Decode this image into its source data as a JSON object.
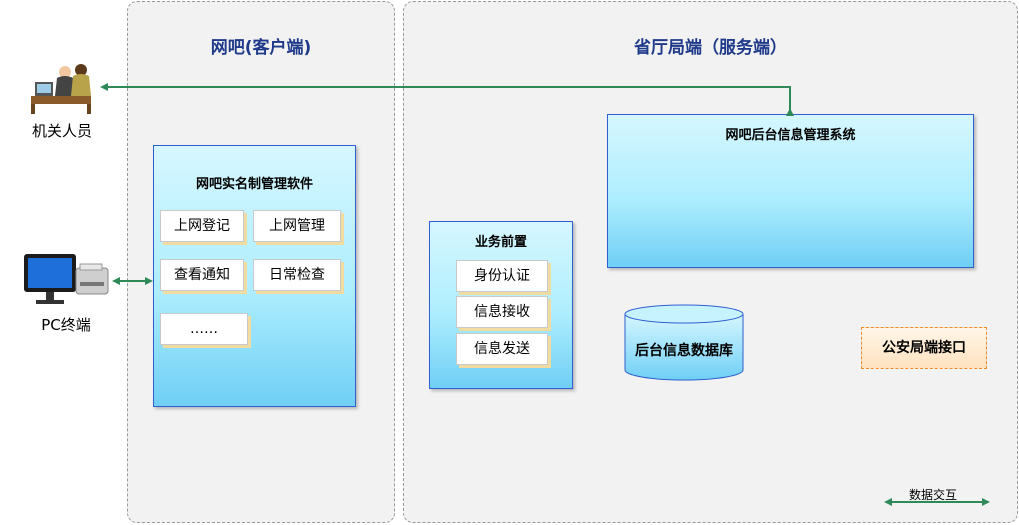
{
  "zones": {
    "client_title": "网吧(客户端)",
    "server_title": "省厅局端（服务端）"
  },
  "actors": {
    "staff_label": "机关人员",
    "pc_label": "PC终端"
  },
  "client_software": {
    "title": "网吧实名制管理软件",
    "buttons": [
      "上网登记",
      "上网管理",
      "查看通知",
      "日常检查",
      "……"
    ]
  },
  "front_service": {
    "title": "业务前置",
    "buttons": [
      "身份认证",
      "信息接收",
      "信息发送"
    ]
  },
  "backend_system": {
    "title": "网吧后台信息管理系统"
  },
  "database": {
    "label": "后台信息数据库"
  },
  "police_interface": {
    "label": "公安局端接口"
  },
  "legend": {
    "label": "数据交互"
  },
  "colors": {
    "arrow": "#2e8b57",
    "title_blue": "#1f3a8a",
    "box_border": "#2f5fd0",
    "orange_border": "#f08a2a"
  }
}
